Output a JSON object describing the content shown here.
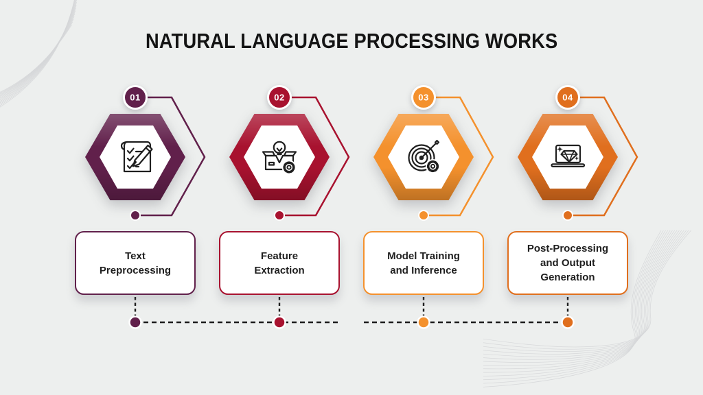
{
  "title": "NATURAL LANGUAGE PROCESSING WORKS",
  "background_color": "#edefee",
  "connector_color": "#1c1c1c",
  "steps": [
    {
      "number": "01",
      "color": "#61204B",
      "label": "Text Preprocessing",
      "label_lines": [
        "Text",
        "Preprocessing",
        ""
      ],
      "icon": "checklist-pencil-icon"
    },
    {
      "number": "02",
      "color": "#A8122F",
      "label": "Feature Extraction",
      "label_lines": [
        "Feature",
        "Extraction",
        ""
      ],
      "icon": "box-lightbulb-gear-icon"
    },
    {
      "number": "03",
      "color": "#F4912D",
      "label": "Model Training and Inference",
      "label_lines": [
        "Model Training",
        "and Inference",
        ""
      ],
      "icon": "target-arrow-gear-icon"
    },
    {
      "number": "04",
      "color": "#E06F1E",
      "label": "Post-Processing and Output Generation",
      "label_lines": [
        "Post-Processing",
        "and Output",
        "Generation"
      ],
      "icon": "laptop-diamond-icon"
    }
  ]
}
